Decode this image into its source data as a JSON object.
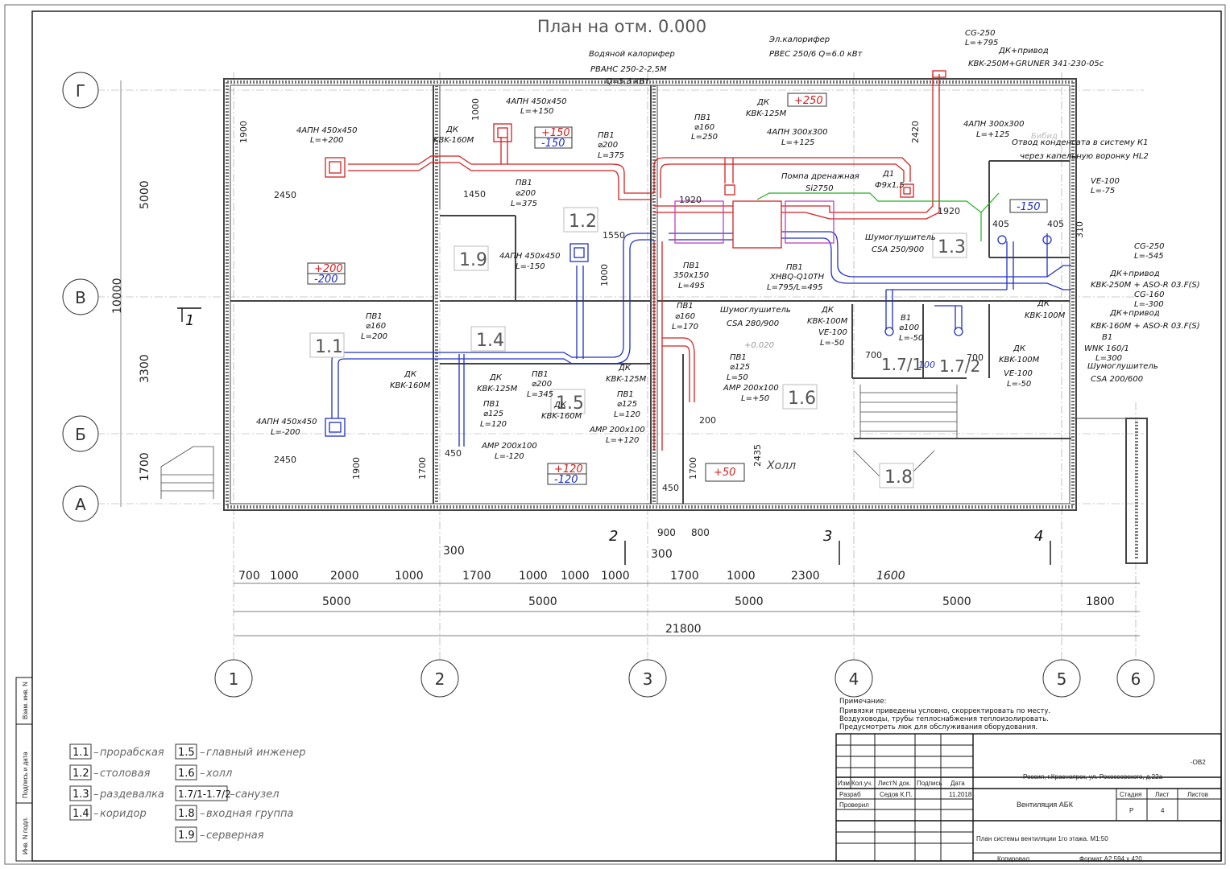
{
  "drawing": {
    "title": "План на отм. 0.000",
    "colors": {
      "supply": "#d42020",
      "exhaust": "#2030c8",
      "condensate": "#20b020",
      "walls": "#444444"
    }
  },
  "axes": {
    "letters": [
      "Г",
      "В",
      "Б",
      "А"
    ],
    "numbers": [
      "1",
      "2",
      "3",
      "4",
      "5",
      "6"
    ]
  },
  "dims": {
    "left": [
      "5000",
      "10000",
      "3300",
      "1700"
    ],
    "bottom_row1": [
      "700",
      "1000",
      "2000",
      "1000",
      "1700",
      "1000",
      "1000",
      "1000",
      "1700",
      "1000",
      "2300",
      "1600"
    ],
    "bottom_row2": [
      "5000",
      "5000",
      "5000",
      "5000",
      "1800"
    ],
    "total": "21800",
    "extra": [
      "300",
      "300",
      "900",
      "800"
    ],
    "inner": [
      "1900",
      "2450",
      "1450",
      "1000",
      "1920",
      "2420",
      "1920",
      "405",
      "405",
      "310",
      "1550",
      "1000",
      "2450",
      "1900",
      "1700",
      "450",
      "450",
      "200",
      "1700",
      "2435",
      "700",
      "700"
    ]
  },
  "sections": [
    "1",
    "2",
    "3",
    "4"
  ],
  "rooms": [
    {
      "id": "1.1"
    },
    {
      "id": "1.2"
    },
    {
      "id": "1.3"
    },
    {
      "id": "1.4"
    },
    {
      "id": "1.5"
    },
    {
      "id": "1.6"
    },
    {
      "id": "1.7/1"
    },
    {
      "id": "1.7/2"
    },
    {
      "id": "1.8"
    },
    {
      "id": "1.9"
    }
  ],
  "balances": {
    "r11_plus": "+200",
    "r11_minus": "-200",
    "r12_plus": "+150",
    "r12_minus": "-150",
    "r13_plus": "+250",
    "r15_plus": "+120",
    "r15_minus": "-120",
    "r16_plus": "+50",
    "san_minus": "-150",
    "san_100": "100"
  },
  "labels": {
    "vodkal1": "Водяной калорифер",
    "vodkal2": "PBAHC 250-2-2,5M",
    "vodkal3": "Q=5.3 кВт",
    "elkal1": "Эл.калорифер",
    "elkal2": "PBEC 250/6 Q=6.0 кВт",
    "cg250a": "CG-250",
    "cg250a_l": "L=+795",
    "dkpriv1": "ДК+привод",
    "dkpriv1_m": "KBK-250M+GRUNER 341-230-05c",
    "apn450_1": "4АПН 450х450",
    "apn450_1l": "L=+200",
    "apn450_2": "4АПН 450х450",
    "apn450_2l": "L=+150",
    "dk160_1": "ДК",
    "dk160_1m": "KBK-160M",
    "pv1_200a": "ПВ1",
    "pv1_200a_d": "⌀200",
    "pv1_200a_l": "L=375",
    "pv1_200b": "ПВ1",
    "pv1_200b_d": "⌀200",
    "pv1_200b_l": "L=375",
    "pv1_160a": "ПВ1",
    "pv1_160a_d": "⌀160",
    "pv1_160a_l": "L=250",
    "dk125_1": "ДК",
    "dk125_1m": "KBK-125M",
    "apn300_1": "4АПН 300х300",
    "apn300_1l": "L=+125",
    "pompa1": "Помпа дренажная",
    "pompa2": "Si2750",
    "d1": "Д1",
    "d1v": "Ф9х1,5",
    "apn300_2": "4АПН 300х300",
    "apn300_2l": "L=+125",
    "otvod1": "Отвод конденсата в систему К1",
    "otvod2": "через капельную воронку HL2",
    "ve100a": "VE-100",
    "ve100a_l": "L=-75",
    "shum1": "Шумоглушитель",
    "shum1m": "CSA 250/900",
    "cg250b": "CG-250",
    "cg250b_l": "L=-545",
    "dkpriv2": "ДК+привод",
    "dkpriv2_m": "KBK-250M + ASO-R 03.F(S)",
    "cg160": "CG-160",
    "cg160_l": "L=-300",
    "dkpriv3": "ДК+привод",
    "dkpriv3_m": "KBK-160M + ASO-R 03.F(S)",
    "b1a": "B1",
    "b1a_m": "WNK 160/1",
    "b1a_l": "L=300",
    "shum2": "Шумоглушитель",
    "shum2m": "CSA 200/600",
    "dk100a": "ДК",
    "dk100a_m": "KBK-100M",
    "apn450_3": "4АПН 450х450",
    "apn450_3l": "L=-150",
    "pv1_350": "ПВ1",
    "pv1_350_d": "350х150",
    "pv1_350_l": "L=495",
    "hnbq1": "ПВ1",
    "hnbq2": "XHBQ-Q10TH",
    "hnbq3": "L=795/L=495",
    "shum3": "Шумоглушитель",
    "shum3m": "CSA 280/900",
    "dk100b": "ДК",
    "dk100b_m": "KBK-100M",
    "ve100b": "VE-100",
    "ve100b_l": "L=-50",
    "b1b": "B1",
    "b1b_d": "⌀100",
    "b1b_l": "L=-50",
    "dk100c": "ДК",
    "dk100c_m": "KBK-100M",
    "ve100c": "VE-100",
    "ve100c_l": "L=-50",
    "pv1_160b": "ПВ1",
    "pv1_160b_d": "⌀160",
    "pv1_160b_l": "L=200",
    "dk160_2": "ДК",
    "dk160_2m": "KBK-160M",
    "pv1_160c": "ПВ1",
    "pv1_160c_d": "⌀160",
    "pv1_160c_l": "L=170",
    "dk125_2": "ДК",
    "dk125_2m": "KBK-125M",
    "dk125_3": "ДК",
    "dk125_3m": "KBK-125M",
    "pv1_200c": "ПВ1",
    "pv1_200c_d": "⌀200",
    "pv1_200c_l": "L=345",
    "dk160_3": "ДК",
    "dk160_3m": "KBK-160M",
    "pv1_125a": "ПВ1",
    "pv1_125a_d": "⌀125",
    "pv1_125a_l": "L=120",
    "pv1_125b": "ПВ1",
    "pv1_125b_d": "⌀125",
    "pv1_125b_l": "L=120",
    "pv1_125c": "ПВ1",
    "pv1_125c_d": "⌀125",
    "pv1_125c_l": "L=50",
    "amp200a": "AMP 200х100",
    "amp200a_l": "L=+50",
    "amp200b": "AMP 200х100",
    "amp200b_l": "L=+120",
    "amp200c": "AMP 200х100",
    "amp200c_l": "L=-120",
    "apn450_4": "4АПН 450х450",
    "apn450_4l": "L=-200",
    "level": "+0.020",
    "holl": "Холл",
    "bidet": "Бибид",
    "arrow_1": "1"
  },
  "legend": [
    {
      "code": "1.1",
      "name": "прорабская"
    },
    {
      "code": "1.2",
      "name": "столовая"
    },
    {
      "code": "1.3",
      "name": "раздевалка"
    },
    {
      "code": "1.4",
      "name": "коридор"
    },
    {
      "code": "1.5",
      "name": "главный инженер"
    },
    {
      "code": "1.6",
      "name": "холл"
    },
    {
      "code": "1.7/1-1.7/2",
      "name": "санузел"
    },
    {
      "code": "1.8",
      "name": "входная группа"
    },
    {
      "code": "1.9",
      "name": "серверная"
    }
  ],
  "notes": {
    "head": "Примечание:",
    "lines": [
      "Привязки приведены условно, скорректировать по месту.",
      "Воздуховоды, трубы теплоснабжения теплоизолировать.",
      "Предусмотреть люк для обслуживания оборудования."
    ]
  },
  "stamp": {
    "code": "-ОВ2",
    "address": "Россия, г.Красноярск, ул. Рокоссовского, д.22а",
    "project": "Вентиляция АБК",
    "sheet_title": "План системы вентиляции 1го этажа. М1:50",
    "col_izm": "Изм.",
    "col_kol": "Кол.уч.",
    "col_list": "Лист",
    "col_doc": "N док.",
    "col_sign": "Подпись",
    "col_date": "Дата",
    "razrab": "Разраб",
    "razrab_name": "Седов К.П.",
    "razrab_date": "11.2018",
    "proveril": "Проверил",
    "stadia": "Стадия",
    "list": "Лист",
    "listov": "Листов",
    "stadia_v": "Р",
    "list_v": "4",
    "kopiroval": "Копировал",
    "format": "Формат А2 594 х 420"
  },
  "side_stamp": [
    "Инв. N подл.",
    "Подпись и дата",
    "Взам. инв. N"
  ]
}
